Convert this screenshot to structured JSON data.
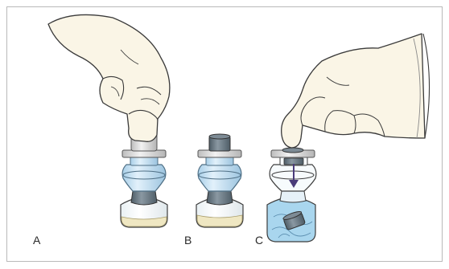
{
  "panels": [
    {
      "label": "A"
    },
    {
      "label": "B"
    },
    {
      "label": "C"
    }
  ],
  "colors": {
    "glass_blue": "#c9e3f3",
    "glass_outline": "#4f6f85",
    "stopper_dark": "#5f6f7a",
    "cap_light": "#d8d8d8",
    "liquid": "#efe7c2",
    "liquid_mixed": "#a9d6ee",
    "skin": "#faf5e6",
    "arrow": "#4a3c7a"
  },
  "icons": [
    "hand-pressing-cap-icon",
    "two-chamber-vial-icon",
    "finger-pressing-plunger-icon",
    "downward-arrow-icon"
  ]
}
